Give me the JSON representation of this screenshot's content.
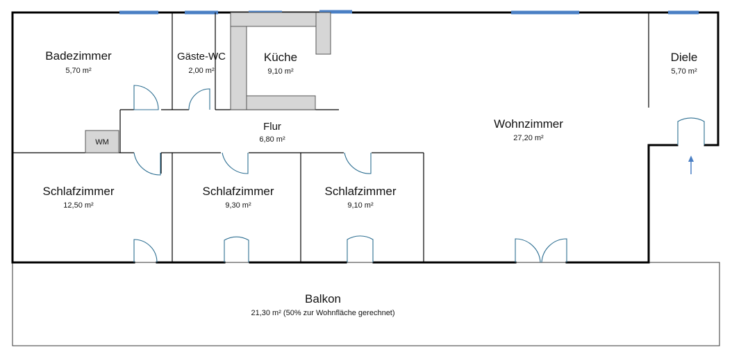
{
  "rooms": {
    "badezimmer": {
      "name": "Badezimmer",
      "area": "5,70 m²"
    },
    "gaeste_wc": {
      "name": "Gäste-WC",
      "area": "2,00 m²"
    },
    "kueche": {
      "name": "Küche",
      "area": "9,10 m²"
    },
    "wohnzimmer": {
      "name": "Wohnzimmer",
      "area": "27,20 m²"
    },
    "diele": {
      "name": "Diele",
      "area": "5,70 m²"
    },
    "flur": {
      "name": "Flur",
      "area": "6,80 m²"
    },
    "schlafzimmer_1": {
      "name": "Schlafzimmer",
      "area": "12,50 m²"
    },
    "schlafzimmer_2": {
      "name": "Schlafzimmer",
      "area": "9,30 m²"
    },
    "schlafzimmer_3": {
      "name": "Schlafzimmer",
      "area": "9,10 m²"
    },
    "balkon": {
      "name": "Balkon",
      "area": "21,30 m² (50% zur Wohnfläche gerechnet)"
    }
  },
  "fixtures": {
    "washing_machine": "WM"
  },
  "colors": {
    "walls": "#000000",
    "windows": "#4a7fc4",
    "doors": "#2c6e91",
    "counters": "#d6d6d6"
  }
}
